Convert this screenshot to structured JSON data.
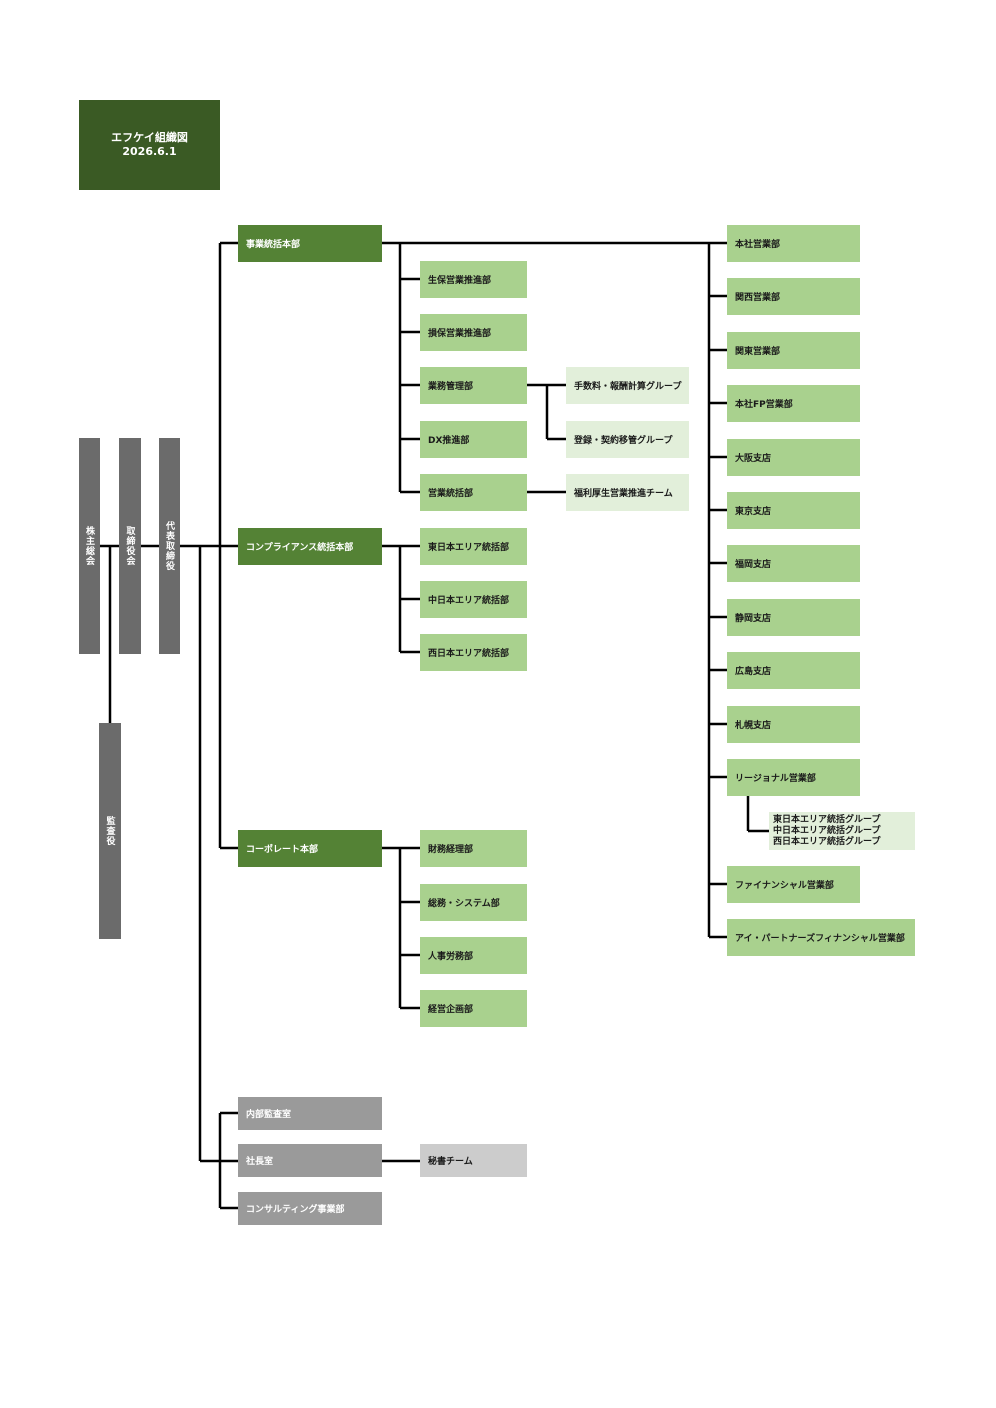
{
  "title": {
    "name": "エフケイ組織図",
    "date": "2026.6.1"
  },
  "executives": {
    "shareholders": "株主総会",
    "board": "取締役会",
    "president": "代表取締役",
    "auditor": "監査役"
  },
  "headquarters": {
    "business": "事業統括本部",
    "compliance": "コンプライアンス統括本部",
    "corporate": "コーポレート本部"
  },
  "business_depts": [
    "生保営業推進部",
    "損保営業推進部",
    "業務管理部",
    "DX推進部",
    "営業統括部"
  ],
  "business_groups": {
    "fee_calc": "手数料・報酬計算グループ",
    "registration": "登録・契約移管グループ",
    "welfare": "福利厚生営業推進チーム"
  },
  "compliance_depts": [
    "東日本エリア統括部",
    "中日本エリア統括部",
    "西日本エリア統括部"
  ],
  "corporate_depts": [
    "財務経理部",
    "総務・システム部",
    "人事労務部",
    "経営企画部"
  ],
  "sales_units": [
    "本社営業部",
    "関西営業部",
    "関東営業部",
    "本社FP営業部",
    "大阪支店",
    "東京支店",
    "福岡支店",
    "静岡支店",
    "広島支店",
    "札幌支店",
    "リージョナル営業部"
  ],
  "regional_groups": [
    "東日本エリア統括グループ",
    "中日本エリア統括グループ",
    "西日本エリア統括グループ"
  ],
  "sales_units_lower": [
    "ファイナンシャル営業部",
    "アイ・パートナーズフィナンシャル営業部"
  ],
  "staff": {
    "audit": "内部監査室",
    "president_office": "社長室",
    "secretary": "秘書チーム",
    "consulting": "コンサルティング事業部"
  },
  "colors": {
    "title": "#3a5a24",
    "executive": "#6b6b6b",
    "headquarters": "#548235",
    "department": "#a9d18e",
    "group": "#e2efda",
    "staff": "#9a9a9a",
    "staff_sub": "#cccccc",
    "line": "#000000"
  }
}
